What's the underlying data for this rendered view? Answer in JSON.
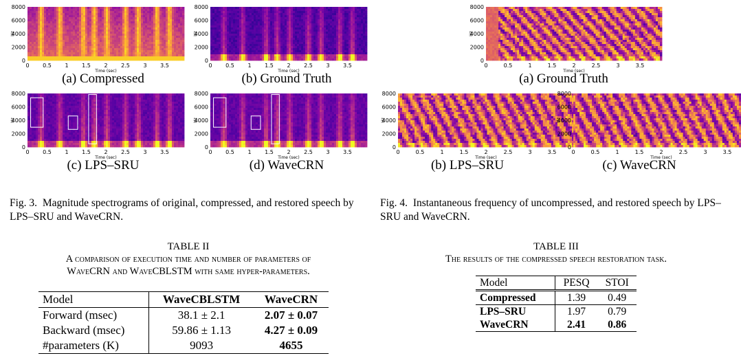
{
  "axes": {
    "y_ticks": [
      "8000",
      "6000",
      "4000",
      "2000",
      "0"
    ],
    "x_ticks": [
      "0",
      "0.5",
      "1",
      "1.5",
      "2",
      "2.5",
      "3",
      "3.5"
    ],
    "ylabel": "Hz",
    "xlabel": "Time (sec)"
  },
  "fig3": {
    "subcaptions": [
      "(a) Compressed",
      "(b) Ground Truth",
      "(c) LPS–SRU",
      "(d) WaveCRN"
    ],
    "caption_label": "Fig. 3.",
    "caption_text": "Magnitude spectrograms of original, compressed, and restored speech by LPS–SRU and WaveCRN."
  },
  "fig4": {
    "subcaptions": [
      "(a) Ground Truth",
      "(b) LPS–SRU",
      "(c) WaveCRN"
    ],
    "caption_label": "Fig. 4.",
    "caption_text": "Instantaneous frequency of uncompressed, and restored speech by LPS–SRU and WaveCRN."
  },
  "table2": {
    "label": "TABLE II",
    "title_line1": "A comparison of execution time and number of parameters of",
    "title_line2": "WaveCRN and WaveCBLSTM with same hyper-parameters.",
    "headers": [
      "Model",
      "WaveCBLSTM",
      "WaveCRN"
    ],
    "rows": [
      [
        "Forward (msec)",
        "38.1 ± 2.1",
        "2.07 ± 0.07"
      ],
      [
        "Backward (msec)",
        "59.86 ± 1.13",
        "4.27 ± 0.09"
      ],
      [
        "#parameters (K)",
        "9093",
        "4655"
      ]
    ]
  },
  "table3": {
    "label": "TABLE III",
    "title": "The results of the compressed speech restoration task.",
    "headers": [
      "Model",
      "PESQ",
      "STOI"
    ],
    "rows": [
      [
        "Compressed",
        "1.39",
        "0.49"
      ],
      [
        "LPS–SRU",
        "1.97",
        "0.79"
      ],
      [
        "WaveCRN",
        "2.41",
        "0.86"
      ]
    ]
  }
}
